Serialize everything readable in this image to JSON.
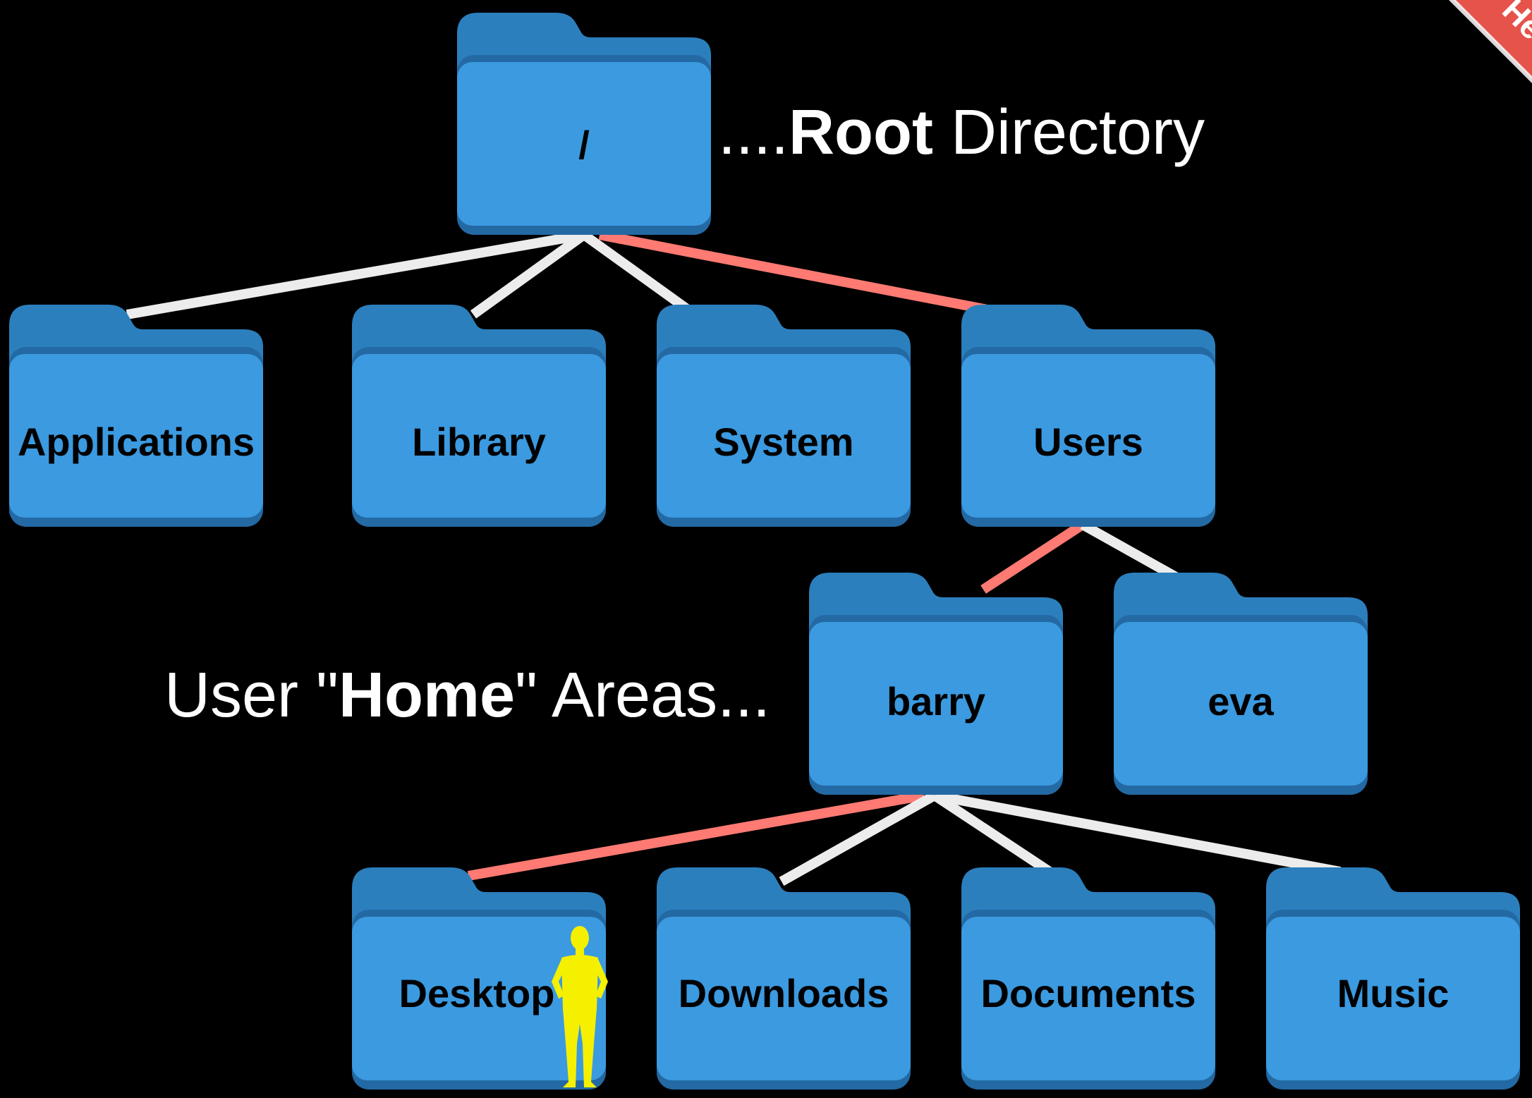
{
  "colors": {
    "background": "#000000",
    "folder_front": "#3b9ae0",
    "folder_back": "#2c7fbd",
    "folder_shadow": "#2369a3",
    "edge_default": "#ececec",
    "edge_highlight": "#ff7a73",
    "annotation_text": "#ffffff",
    "figure": "#f5f000",
    "ribbon": "#e5534b"
  },
  "folders": {
    "root": {
      "label": "/"
    },
    "applications": {
      "label": "Applications"
    },
    "library": {
      "label": "Library"
    },
    "system": {
      "label": "System"
    },
    "users": {
      "label": "Users"
    },
    "barry": {
      "label": "barry"
    },
    "eva": {
      "label": "eva"
    },
    "desktop": {
      "label": "Desktop"
    },
    "downloads": {
      "label": "Downloads"
    },
    "documents": {
      "label": "Documents"
    },
    "music": {
      "label": "Music"
    }
  },
  "annotations": {
    "root": {
      "dots": "....",
      "bold": "Root",
      "rest": " Directory"
    },
    "home": {
      "pre": "User \"",
      "bold": "Home",
      "post": "\" Areas..."
    }
  },
  "ribbon": {
    "text": "He"
  },
  "icons": {
    "user_figure": "person-silhouette-icon",
    "folder": "folder-icon"
  }
}
